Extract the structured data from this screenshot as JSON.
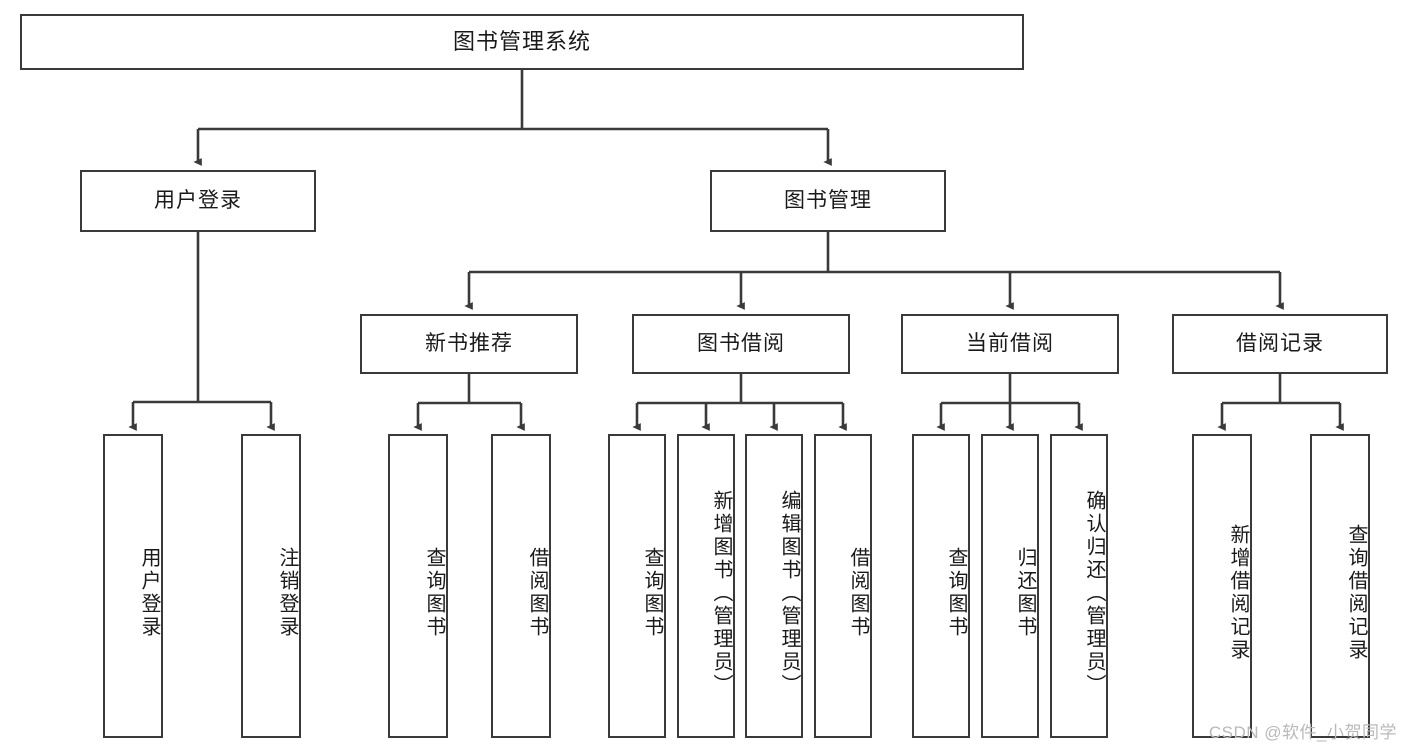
{
  "diagram": {
    "title": "图书管理系统",
    "watermark": "CSDN @软件_小贺同学",
    "line_color": "#3a3a3a",
    "text_color": "#1a1a1a",
    "background": "#ffffff",
    "nodes": {
      "root": {
        "label": "图书管理系统"
      },
      "level2": [
        {
          "label": "用户登录"
        },
        {
          "label": "图书管理"
        }
      ],
      "level3": [
        {
          "label": "新书推荐"
        },
        {
          "label": "图书借阅"
        },
        {
          "label": "当前借阅"
        },
        {
          "label": "借阅记录"
        }
      ],
      "leaves": {
        "user_login": [
          {
            "label": "用户登录"
          },
          {
            "label": "注销登录"
          }
        ],
        "new_book_recommend": [
          {
            "label": "查询图书"
          },
          {
            "label": "借阅图书"
          }
        ],
        "book_borrow": [
          {
            "label": "查询图书"
          },
          {
            "label": "新增图书（管理员）"
          },
          {
            "label": "编辑图书（管理员）"
          },
          {
            "label": "借阅图书"
          }
        ],
        "current_borrow": [
          {
            "label": "查询图书"
          },
          {
            "label": "归还图书"
          },
          {
            "label": "确认归还（管理员）"
          }
        ],
        "borrow_record": [
          {
            "label": "新增借阅记录"
          },
          {
            "label": "查询借阅记录"
          }
        ]
      }
    }
  }
}
